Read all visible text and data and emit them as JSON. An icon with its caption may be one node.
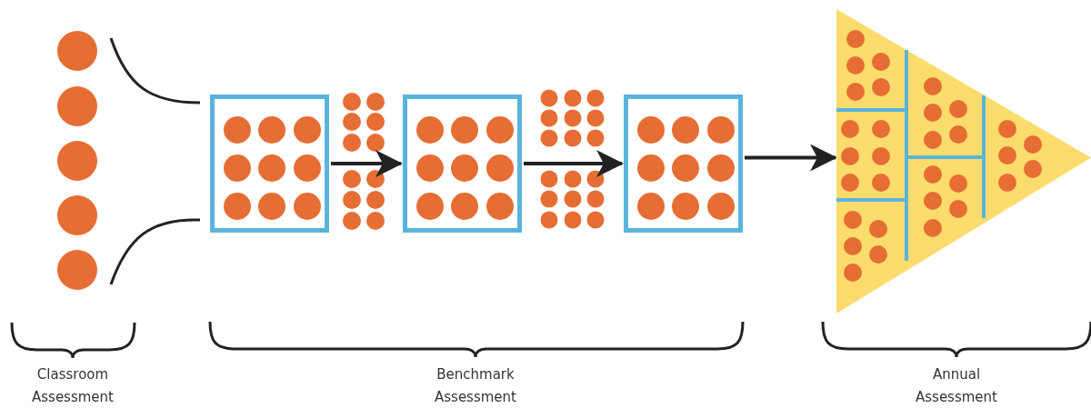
{
  "diagram": {
    "nodes": [
      {
        "text": [],
        "shape": "box"
      },
      {
        "text": [],
        "shape": "box"
      },
      {
        "text": [],
        "shape": "box"
      },
      {
        "text": [],
        "shape": "triangle"
      }
    ],
    "edges": [
      {
        "from": 0,
        "to": 1,
        "arrow": "to"
      },
      {
        "from": 1,
        "to": 2,
        "arrow": "to"
      },
      {
        "from": 2,
        "to": 3,
        "arrow": "to"
      }
    ],
    "labels": [
      "Classroom Assessment",
      "Benchmark Assessment",
      "Annual Assessment"
    ]
  }
}
